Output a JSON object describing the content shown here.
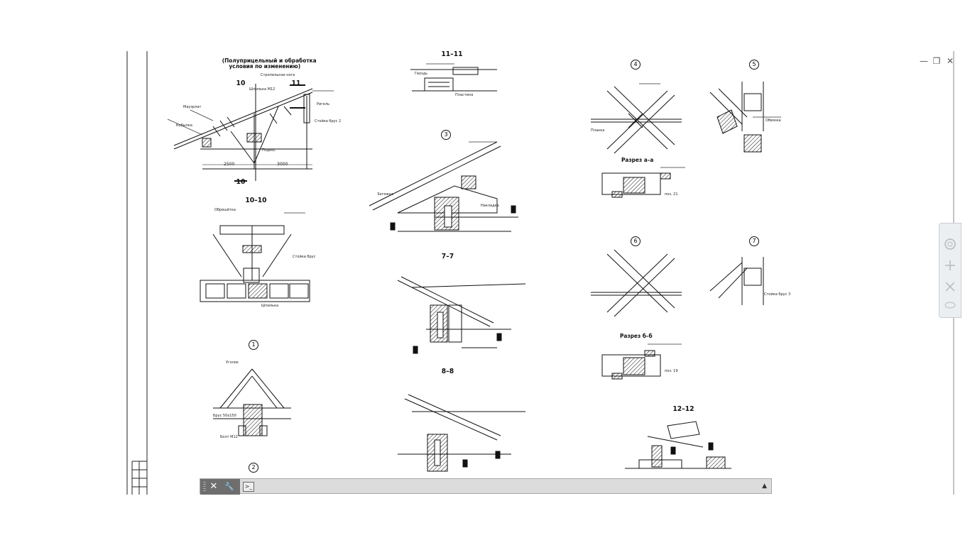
{
  "window": {
    "minimize_symbol": "—",
    "restore_symbol": "❐",
    "close_symbol": "✕"
  },
  "drawing": {
    "labels": {
      "top_left_title_line1": "(Полуприцельный и обработка",
      "top_left_title_line2": "условия по изменению)",
      "section_11": "11–11",
      "section_10": "10–10",
      "section_77": "7–7",
      "section_88": "8–8",
      "section_12": "12–12",
      "section_aa": "Разрез а–а",
      "section_bb": "Разрез б–б",
      "mark_10_top": "10",
      "mark_10_bottom": "10",
      "mark_11": "11",
      "dim_1": "2500",
      "dim_2": "3000",
      "note_1": "Стойка брус 2",
      "note_2": "Стойка брус 3",
      "note_3": "Ригель",
      "note_4": "поз. 21",
      "note_5": "Стропильная нога",
      "note_6": "поз. 19",
      "note_7": "Мауэрлат",
      "note_8": "Обрешётка",
      "note_9": "Шпилька М12",
      "note_10": "Гвоздь",
      "note_11": "Пластина",
      "note_12": "Кобылка",
      "note_13": "Затяжка",
      "note_14": "Подкос",
      "note_15": "Брус 50х150",
      "note_16": "Уголок",
      "note_17": "Шпилька",
      "note_18": "Накладка",
      "note_19": "Болт М12",
      "note_20": "Стойка брус",
      "note_21": "Планка",
      "note_22": "Обвязка"
    },
    "circle_marks": [
      "1",
      "2",
      "3",
      "4",
      "5",
      "6",
      "7"
    ]
  },
  "command_line": {
    "close_symbol": "✕",
    "settings_symbol": "🔧",
    "prompt_icon": ">_",
    "value": "",
    "placeholder": "",
    "history_arrow": "▲"
  }
}
